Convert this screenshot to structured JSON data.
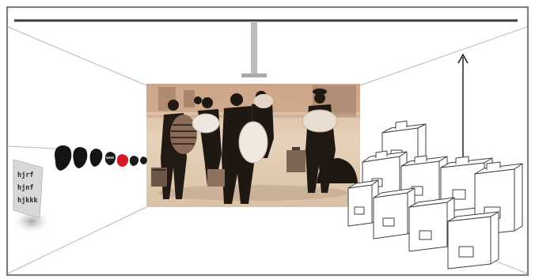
{
  "scene": {
    "description_free": true,
    "left_panel": {
      "lines": [
        "hjrf",
        "hjnf",
        "hjkkk"
      ]
    },
    "colors": {
      "frame": "#7f7f7f",
      "ceiling_bar": "#3c3c3c",
      "mount": "#b8b8b8",
      "photo_tone_light": "#d9c2a6",
      "photo_tone_dark": "#1e1712",
      "accent_red": "#d31a2a",
      "suitcase_line": "#404040"
    },
    "icons": [
      "hat-icon",
      "hat-icon",
      "hat-icon",
      "hat-icon",
      "red-hat-icon",
      "hat-icon",
      "hat-icon",
      "up-arrow-icon"
    ]
  }
}
